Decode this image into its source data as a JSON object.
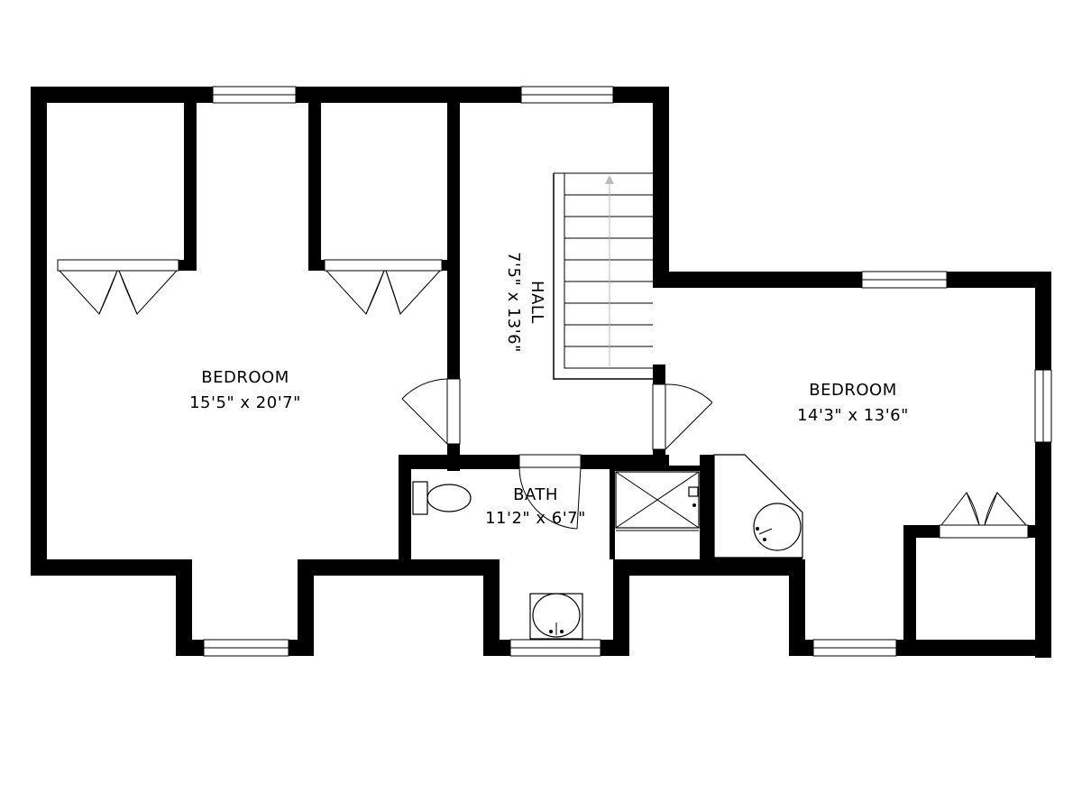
{
  "rooms": {
    "bedroom_left": {
      "name": "BEDROOM",
      "dims": "15'5\" x 20'7\""
    },
    "hall": {
      "name": "HALL",
      "dims": "7'5\" x 13'6\""
    },
    "bedroom_right": {
      "name": "BEDROOM",
      "dims": "14'3\" x 13'6\""
    },
    "bath": {
      "name": "BATH",
      "dims": "11'2\" x 6'7\""
    }
  },
  "colors": {
    "wall": "#000000",
    "background": "#ffffff",
    "stair_arrow": "#bbbbbb"
  }
}
